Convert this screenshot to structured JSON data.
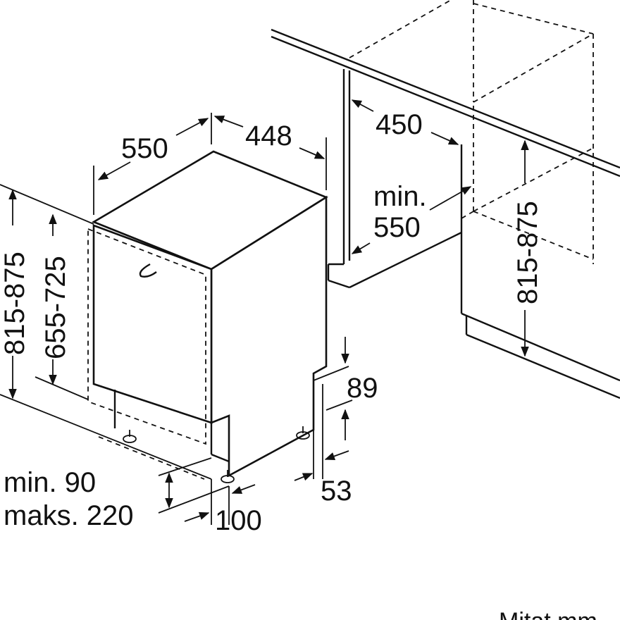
{
  "dimensions": {
    "depth": "550",
    "width": "448",
    "cabinet_depth": "450",
    "min_depth_line1": "min.",
    "min_depth_line2": "550",
    "niche_height": "815-875",
    "total_height": "815-875",
    "door_height": "655-725",
    "plinth_recess": "89",
    "foot_offset": "53",
    "plinth_min": "min. 90",
    "plinth_max": "maks. 220",
    "plinth_depth": "100"
  },
  "footer_note": "Mitat mm"
}
